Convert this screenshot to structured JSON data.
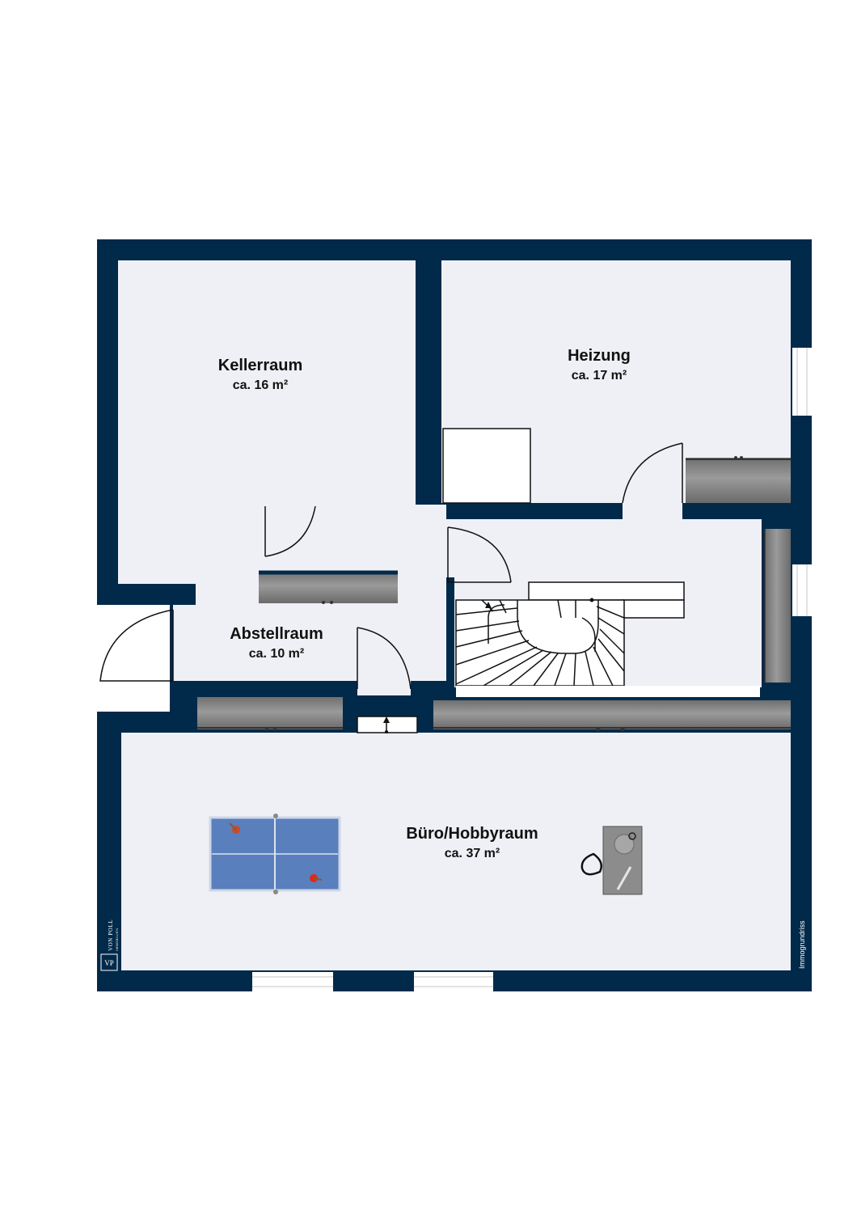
{
  "colors": {
    "wall": "#012a4a",
    "floor": "#eff0f5",
    "cabinet": "#7d7d7d",
    "table": "#5a7fbd"
  },
  "rooms": [
    {
      "id": "kellerraum",
      "name": "Kellerraum",
      "area": "ca. 16 m²"
    },
    {
      "id": "heizung",
      "name": "Heizung",
      "area": "ca. 17 m²"
    },
    {
      "id": "abstellraum",
      "name": "Abstellraum",
      "area": "ca. 10 m²"
    },
    {
      "id": "buero",
      "name": "Büro/Hobbyraum",
      "area": "ca. 37 m²"
    }
  ],
  "branding": {
    "logo_mark": "VP",
    "logo_name": "VON POLL",
    "logo_sub": "IMMOBILIEN",
    "credit": "Immogrundriss"
  },
  "icons": [
    "door-swing-icon",
    "stair-arrow-icon",
    "table-tennis-icon",
    "desk-chair-icon"
  ]
}
